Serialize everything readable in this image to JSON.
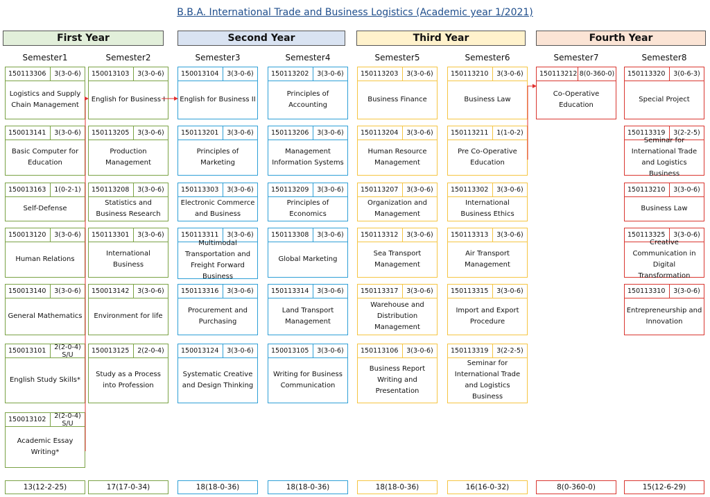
{
  "title": "B.B.A. International Trade and Business Logistics (Academic year 1/2021)",
  "colors": {
    "year1": "#7aa245",
    "year2": "#2e9fd6",
    "year3": "#f5c542",
    "year4": "#d9362f",
    "year1_fill": "#e2efda",
    "year2_fill": "#d9e3f2",
    "year3_fill": "#fff2cc",
    "year4_fill": "#fbe4d5",
    "arrow": "#e03030"
  },
  "years": [
    {
      "label": "First Year"
    },
    {
      "label": "Second Year"
    },
    {
      "label": "Third Year"
    },
    {
      "label": "Fourth Year"
    }
  ],
  "semesters": [
    {
      "label": "Semester1",
      "total": "13(12-2-25)",
      "courses": [
        {
          "code": "150113306",
          "credit": "3(3-0-6)",
          "name": "Logistics and Supply Chain Management"
        },
        {
          "code": "150013141",
          "credit": "3(3-0-6)",
          "name": "Basic Computer for Education"
        },
        {
          "code": "150013163",
          "credit": "1(0-2-1)",
          "name": "Self-Defense"
        },
        {
          "code": "150013120",
          "credit": "3(3-0-6)",
          "name": "Human Relations"
        },
        {
          "code": "150013140",
          "credit": "3(3-0-6)",
          "name": "General Mathematics"
        },
        {
          "code": "150013101",
          "credit": "2(2-0-4) S/U",
          "name": "English Study Skills*"
        },
        {
          "code": "150013102",
          "credit": "2(2-0-4) S/U",
          "name": "Academic Essay Writing*"
        }
      ]
    },
    {
      "label": "Semester2",
      "total": "17(17-0-34)",
      "courses": [
        {
          "code": "150013103",
          "credit": "3(3-0-6)",
          "name": "English for Business I"
        },
        {
          "code": "150113205",
          "credit": "3(3-0-6)",
          "name": "Production Management"
        },
        {
          "code": "150113208",
          "credit": "3(3-0-6)",
          "name": "Statistics and Business Research"
        },
        {
          "code": "150113301",
          "credit": "3(3-0-6)",
          "name": "International Business"
        },
        {
          "code": "150013142",
          "credit": "3(3-0-6)",
          "name": "Environment for life"
        },
        {
          "code": "150013125",
          "credit": "2(2-0-4)",
          "name": "Study as a Process into Profession"
        }
      ]
    },
    {
      "label": "Semester3",
      "total": "18(18-0-36)",
      "courses": [
        {
          "code": "150013104",
          "credit": "3(3-0-6)",
          "name": "English for Business II"
        },
        {
          "code": "150113201",
          "credit": "3(3-0-6)",
          "name": "Principles of Marketing"
        },
        {
          "code": "150113303",
          "credit": "3(3-0-6)",
          "name": "Electronic Commerce and Business"
        },
        {
          "code": "150113311",
          "credit": "3(3-0-6)",
          "name": "Multimodal Transportation and Freight Forward Business"
        },
        {
          "code": "150113316",
          "credit": "3(3-0-6)",
          "name": "Procurement and Purchasing"
        },
        {
          "code": "150013124",
          "credit": "3(3-0-6)",
          "name": "Systematic Creative and Design Thinking"
        }
      ]
    },
    {
      "label": "Semester4",
      "total": "18(18-0-36)",
      "courses": [
        {
          "code": "150113202",
          "credit": "3(3-0-6)",
          "name": "Principles of Accounting"
        },
        {
          "code": "150113206",
          "credit": "3(3-0-6)",
          "name": "Management Information Systems"
        },
        {
          "code": "150113209",
          "credit": "3(3-0-6)",
          "name": "Principles of Economics"
        },
        {
          "code": "150113308",
          "credit": "3(3-0-6)",
          "name": "Global Marketing"
        },
        {
          "code": "150113314",
          "credit": "3(3-0-6)",
          "name": "Land Transport Management"
        },
        {
          "code": "150013105",
          "credit": "3(3-0-6)",
          "name": "Writing for Business Communication"
        }
      ]
    },
    {
      "label": "Semester5",
      "total": "18(18-0-36)",
      "courses": [
        {
          "code": "150113203",
          "credit": "3(3-0-6)",
          "name": "Business Finance"
        },
        {
          "code": "150113204",
          "credit": "3(3-0-6)",
          "name": "Human Resource Management"
        },
        {
          "code": "150113207",
          "credit": "3(3-0-6)",
          "name": "Organization and Management"
        },
        {
          "code": "150113312",
          "credit": "3(3-0-6)",
          "name": "Sea Transport Management"
        },
        {
          "code": "150113317",
          "credit": "3(3-0-6)",
          "name": "Warehouse and Distribution Management"
        },
        {
          "code": "150113106",
          "credit": "3(3-0-6)",
          "name": "Business Report Writing and Presentation"
        }
      ]
    },
    {
      "label": "Semester6",
      "total": "16(16-0-32)",
      "courses": [
        {
          "code": "150113210",
          "credit": "3(3-0-6)",
          "name": "Business Law"
        },
        {
          "code": "150113211",
          "credit": "1(1-0-2)",
          "name": "Pre Co-Operative Education"
        },
        {
          "code": "150113302",
          "credit": "3(3-0-6)",
          "name": "International Business Ethics"
        },
        {
          "code": "150113313",
          "credit": "3(3-0-6)",
          "name": "Air Transport Management"
        },
        {
          "code": "150113315",
          "credit": "3(3-0-6)",
          "name": "Import and Export Procedure"
        },
        {
          "code": "150113319",
          "credit": "3(2-2-5)",
          "name": "Seminar for International Trade and Logistics Business"
        }
      ]
    },
    {
      "label": "Semester7",
      "total": "8(0-360-0)",
      "courses": [
        {
          "code": "150113212",
          "credit": "8(0-360-0)",
          "name": "Co-Operative Education"
        }
      ]
    },
    {
      "label": "Semester8",
      "total": "15(12-6-29)",
      "courses": [
        {
          "code": "150113320",
          "credit": "3(0-6-3)",
          "name": "Special Project"
        },
        {
          "code": "150113319",
          "credit": "3(2-2-5)",
          "name": "Seminar for International Trade and Logistics Business"
        },
        {
          "code": "150113210",
          "credit": "3(3-0-6)",
          "name": "Business Law"
        },
        {
          "code": "150113325",
          "credit": "3(3-0-6)",
          "name": "Creative Communication in Digital Transformation"
        },
        {
          "code": "150113310",
          "credit": "3(3-0-6)",
          "name": "Entrepreneurship and Innovation"
        }
      ]
    }
  ]
}
